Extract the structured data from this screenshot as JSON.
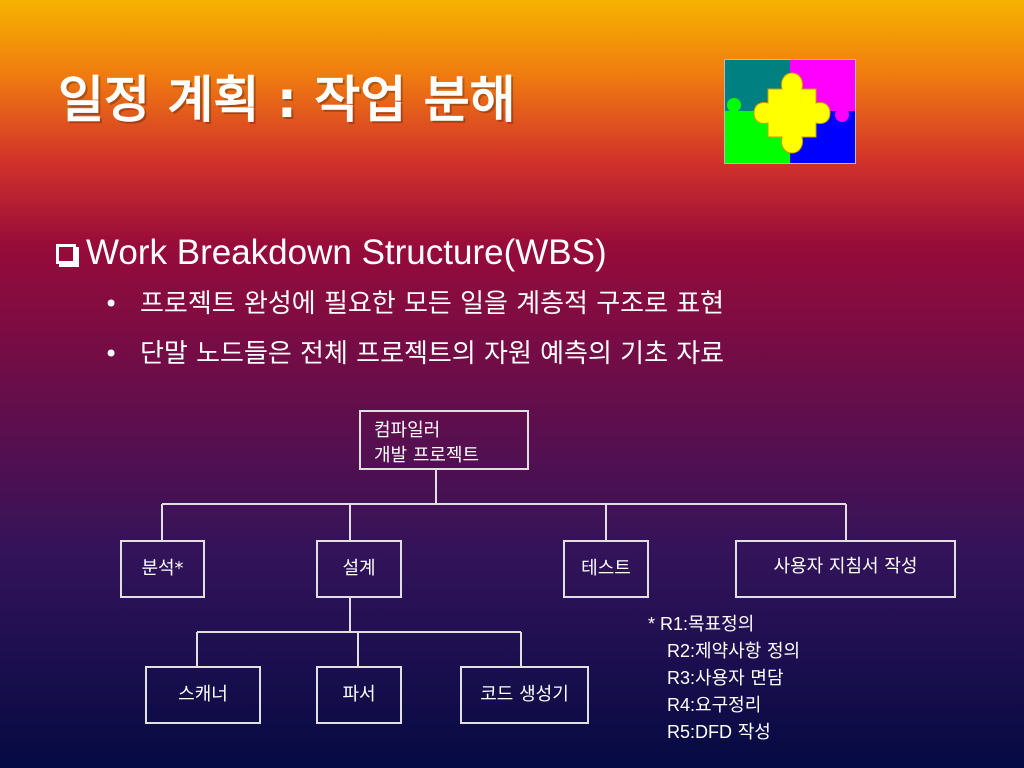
{
  "title": "일정 계획 : 작업 분해",
  "heading": "Work Breakdown Structure(WBS)",
  "bullets": [
    "프로젝트 완성에 필요한 모든 일을 계층적 구조로 표현",
    "단말 노드들은 전체 프로젝트의 자원 예측의 기초 자료"
  ],
  "bullet_symbol": "•",
  "puzzle_colors": [
    "#008080",
    "#ff00ff",
    "#00ff00",
    "#0000ff",
    "#ffff00"
  ],
  "wbs": {
    "root": [
      "컴파일러",
      "개발 프로젝트"
    ],
    "level1": [
      "분석*",
      "설계",
      "테스트",
      "사용자 지침서 작성"
    ],
    "level2": [
      "스캐너",
      "파서",
      "코드 생성기"
    ]
  },
  "note": {
    "lines": [
      {
        "code": "* R1:",
        "text": "목표정의"
      },
      {
        "code": "R2:",
        "text": "제약사항 정의"
      },
      {
        "code": "R3:",
        "text": "사용자 면담"
      },
      {
        "code": "R4:",
        "text": "요구정리"
      },
      {
        "code": "R5:DFD",
        "text": " 작성"
      }
    ]
  }
}
